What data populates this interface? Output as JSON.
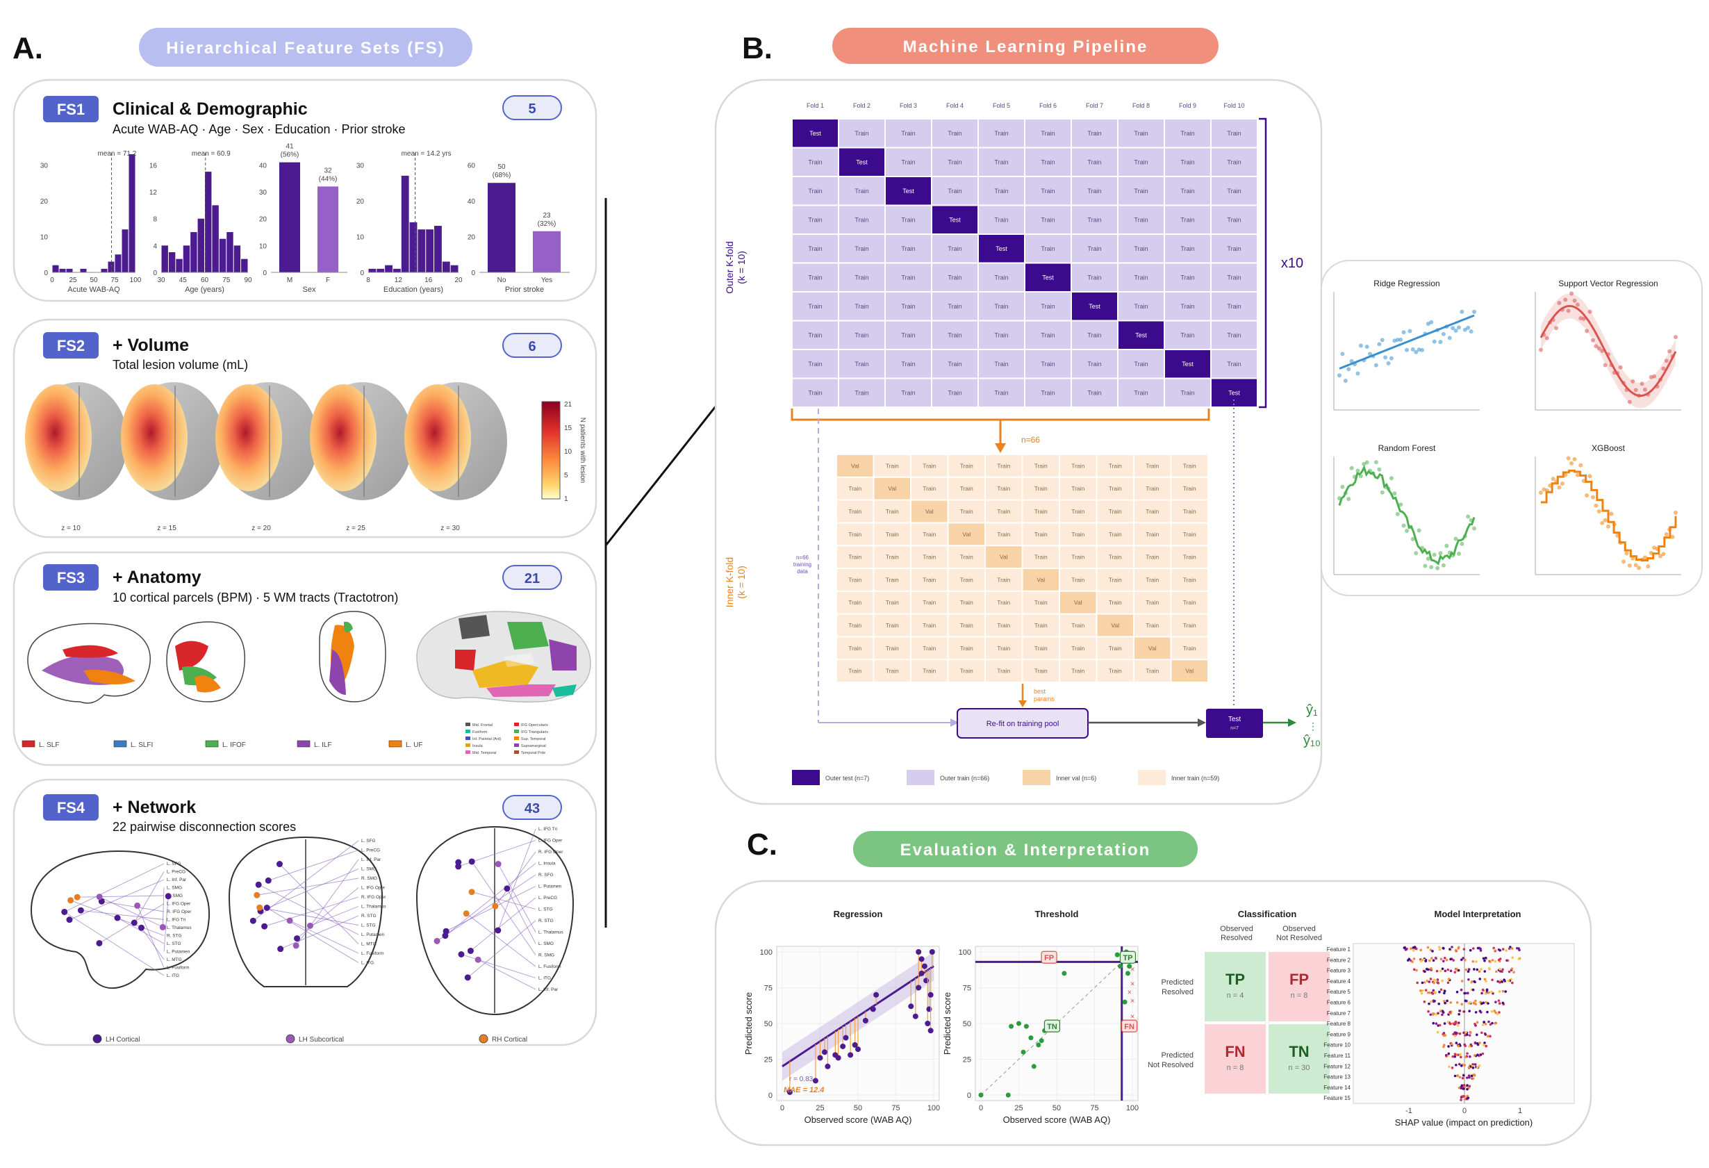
{
  "panels": {
    "a": {
      "letter": "A.",
      "title": "Hierarchical Feature Sets (FS)"
    },
    "b": {
      "letter": "B.",
      "title": "Machine Learning Pipeline"
    },
    "c": {
      "letter": "C.",
      "title": "Evaluation & Interpretation"
    }
  },
  "fs1": {
    "badge": "FS1",
    "title": "Clinical & Demographic",
    "subtitle": "Acute WAB-AQ · Age · Sex · Education · Prior stroke",
    "count": "5",
    "hist_wab": {
      "xlabel": "Acute WAB-AQ",
      "ticks_x": [
        "0",
        "25",
        "50",
        "75",
        "100"
      ],
      "ticks_y": [
        "0",
        "10",
        "20",
        "30"
      ],
      "mean": "mean = 71.2",
      "bins": [
        2,
        1,
        1,
        0,
        1,
        0,
        0,
        1,
        3,
        5,
        12,
        33
      ]
    },
    "hist_age": {
      "xlabel": "Age (years)",
      "ticks_x": [
        "30",
        "45",
        "60",
        "75",
        "90"
      ],
      "ticks_y": [
        "0",
        "4",
        "8",
        "12",
        "16"
      ],
      "mean": "mean = 60.9",
      "bins": [
        4,
        3,
        2,
        4,
        6,
        8,
        15,
        10,
        5,
        6,
        4,
        2
      ]
    },
    "sex": {
      "xlabel": "Sex",
      "cats": [
        "M",
        "F"
      ],
      "values": [
        41,
        32
      ],
      "labels": [
        "41",
        "32"
      ],
      "pcts": [
        "(56%)",
        "(44%)"
      ],
      "ticks_y": [
        "0",
        "10",
        "20",
        "30",
        "40"
      ]
    },
    "hist_edu": {
      "xlabel": "Education (years)",
      "ticks_x": [
        "8",
        "12",
        "16",
        "20"
      ],
      "ticks_y": [
        "0",
        "10",
        "20",
        "30"
      ],
      "mean": "mean = 14.2 yrs",
      "bins": [
        1,
        1,
        2,
        1,
        27,
        14,
        12,
        12,
        13,
        3,
        2
      ]
    },
    "prior": {
      "xlabel": "Prior stroke",
      "cats": [
        "No",
        "Yes"
      ],
      "values": [
        50,
        23
      ],
      "labels": [
        "50",
        "23"
      ],
      "pcts": [
        "(68%)",
        "(32%)"
      ],
      "ticks_y": [
        "0",
        "20",
        "40",
        "60"
      ]
    }
  },
  "fs2": {
    "badge": "FS2",
    "title": "+ Volume",
    "subtitle": "Total lesion volume (mL)",
    "count": "6",
    "slices": [
      "z = 10",
      "z = 15",
      "z = 20",
      "z = 25",
      "z = 30"
    ],
    "colorbar": {
      "label": "N patients with lesion",
      "ticks": [
        "21",
        "15",
        "10",
        "5",
        "1"
      ]
    }
  },
  "fs3": {
    "badge": "FS3",
    "title": "+ Anatomy",
    "subtitle": "10 cortical parcels (BPM) · 5 WM tracts (Tractotron)",
    "count": "21",
    "tracts": [
      {
        "name": "L. SLF",
        "color": "#d8262b"
      },
      {
        "name": "L. SLFI",
        "color": "#3a7cc4"
      },
      {
        "name": "L. IFOF",
        "color": "#4caf50"
      },
      {
        "name": "L. ILF",
        "color": "#8e44ad"
      },
      {
        "name": "L. UF",
        "color": "#f0820f"
      }
    ],
    "parcels": [
      {
        "name": "Mid. Frontal",
        "color": "#555555"
      },
      {
        "name": "Fusiform",
        "color": "#1abc9c"
      },
      {
        "name": "Inf. Parietal (Ant)",
        "color": "#3f51b5"
      },
      {
        "name": "Insula",
        "color": "#e0a030"
      },
      {
        "name": "Mid. Temporal",
        "color": "#e066b3"
      },
      {
        "name": "IFG Opercularis",
        "color": "#d8262b"
      },
      {
        "name": "IFG Triangularis",
        "color": "#4caf50"
      },
      {
        "name": "Sup. Temporal",
        "color": "#f0820f"
      },
      {
        "name": "Supramarginal",
        "color": "#8e44ad"
      },
      {
        "name": "Temporal Pole",
        "color": "#a0522d"
      }
    ]
  },
  "fs4": {
    "badge": "FS4",
    "title": "+ Network",
    "subtitle": "22 pairwise disconnection scores",
    "count": "43",
    "legend": [
      {
        "name": "LH Cortical",
        "color": "#4b1b8f"
      },
      {
        "name": "LH Subcortical",
        "color": "#9b59b6"
      },
      {
        "name": "RH Cortical",
        "color": "#e67e22"
      }
    ],
    "labels_sag": [
      "L. SFG",
      "L. PreCG",
      "L. Inf. Par",
      "L. SMG",
      "R. SMG",
      "L. IFG Oper",
      "R. IFG Oper",
      "L. IFG Tri",
      "L. Thalamus",
      "R. STG",
      "L. STG",
      "L. Putamen",
      "L. MTG",
      "L. Fusiform",
      "L. ITG"
    ],
    "labels_cor": [
      "L. SFG",
      "L. PreCG",
      "L. Inf. Par",
      "L. SMG",
      "R. SMG",
      "L. IFG Oper",
      "R. IFG Oper",
      "L. Thalamus",
      "R. STG",
      "L. STG",
      "L. Putamen",
      "L. MTG",
      "L. Fusiform",
      "L. ITG"
    ],
    "labels_ax": [
      "L. IFG Tri",
      "L. IFG Oper",
      "R. IFG Oper",
      "L. Insula",
      "R. SFG",
      "L. Putamen",
      "L. PreCG",
      "L. STG",
      "R. STG",
      "L. Thalamus",
      "L. SMG",
      "R. SMG",
      "L. Fusiform",
      "L. ITG",
      "L. Inf. Par"
    ]
  },
  "pipeline": {
    "folds": [
      "Fold 1",
      "Fold 2",
      "Fold 3",
      "Fold 4",
      "Fold 5",
      "Fold 6",
      "Fold 7",
      "Fold 8",
      "Fold 9",
      "Fold 10"
    ],
    "outer_label": "Outer K-fold",
    "outer_k": "(k = 10)",
    "inner_label": "Inner K-fold",
    "inner_k": "(k = 10)",
    "train": "Train",
    "test": "Test",
    "val": "Val",
    "repeat": "x10",
    "n66": "n=66",
    "n66_side": [
      "n=66",
      "training",
      "data"
    ],
    "best": [
      "best",
      "params"
    ],
    "refit": "Re-fit on training pool",
    "test_box": "Test",
    "test_n": "n=7",
    "y1": "ŷ₁",
    "y10": "ŷ₁₀",
    "legend": [
      "Outer test (n=7)",
      "Outer train (n=66)",
      "Inner val (n=6)",
      "Inner train (n=59)"
    ],
    "models": [
      "Ridge Regression",
      "Support Vector Regression",
      "Random Forest",
      "XGBoost"
    ]
  },
  "evaluation": {
    "regression": {
      "title": "Regression",
      "xlabel": "Observed score (WAB AQ)",
      "ylabel": "Predicted score",
      "ticks": [
        "0",
        "25",
        "50",
        "75",
        "100"
      ],
      "r": "r = 0.83",
      "mae": "MAE = 12.4"
    },
    "threshold": {
      "title": "Threshold",
      "xlabel": "Observed score (WAB AQ)",
      "ylabel": "Predicted score",
      "ticks": [
        "0",
        "25",
        "50",
        "75",
        "100"
      ],
      "fp": "FP",
      "tp": "TP",
      "tn": "TN",
      "fn": "FN"
    },
    "classification": {
      "title": "Classification",
      "col1": [
        "Observed",
        "Resolved"
      ],
      "col2": [
        "Observed",
        "Not Resolved"
      ],
      "row1": [
        "Predicted",
        "Resolved"
      ],
      "row2": [
        "Predicted",
        "Not Resolved"
      ],
      "cells": [
        {
          "label": "TP",
          "n": "n = 4"
        },
        {
          "label": "FP",
          "n": "n = 8"
        },
        {
          "label": "FN",
          "n": "n = 8"
        },
        {
          "label": "TN",
          "n": "n = 30"
        }
      ]
    },
    "interpretation": {
      "title": "Model Interpretation",
      "xlabel": "SHAP value (impact on prediction)",
      "ticks": [
        "-1",
        "0",
        "1"
      ],
      "features": [
        "Feature 1",
        "Feature 2",
        "Feature 3",
        "Feature 4",
        "Feature 5",
        "Feature 6",
        "Feature 7",
        "Feature 8",
        "Feature 9",
        "Feature 10",
        "Feature 11",
        "Feature 12",
        "Feature 13",
        "Feature 14",
        "Feature 15"
      ]
    }
  },
  "colors": {
    "purple_dark": "#3c0a8c",
    "purple_light": "#d6cdee",
    "orange": "#e8821e",
    "green_pill": "#7cc482",
    "salmon_pill": "#f08f7c",
    "lavender_pill": "#b8bff0"
  }
}
